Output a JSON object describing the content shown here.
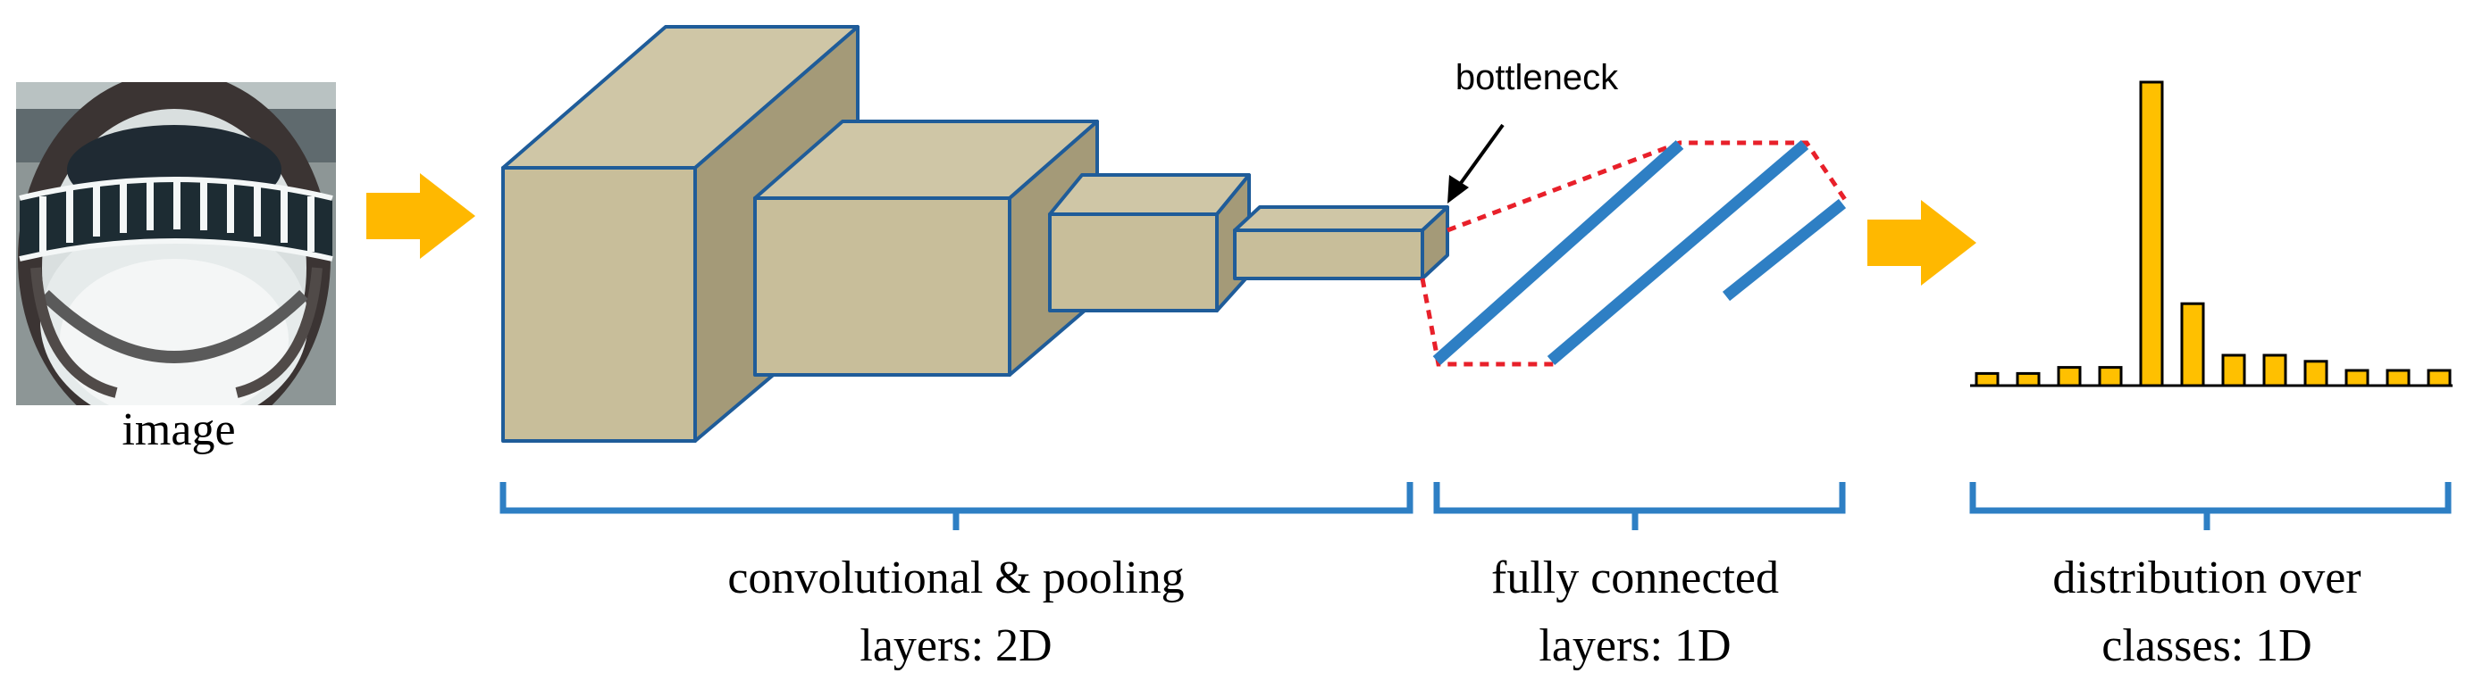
{
  "labels": {
    "input": "image",
    "bottleneck": "bottleneck",
    "conv_line1": "convolutional & pooling",
    "conv_line2": "layers: 2D",
    "fc_line1": "fully connected",
    "fc_line2": "layers: 1D",
    "dist_line1": "distribution over",
    "dist_line2": "classes: 1D"
  },
  "colors": {
    "box_front": "#C8BE9A",
    "box_side": "#A49A78",
    "box_top": "#CFC6A6",
    "box_edge": "#1F5C99",
    "fc_stripe": "#2E7FC4",
    "fc_dash": "#E8202A",
    "arrow": "#FFB800",
    "bar_fill": "#FFC000",
    "bar_edge": "#000000",
    "brace": "#2E7FC4"
  },
  "chart_data": {
    "type": "bar",
    "values": [
      0.04,
      0.04,
      0.06,
      0.06,
      1.0,
      0.27,
      0.1,
      0.1,
      0.08,
      0.05,
      0.05,
      0.05
    ]
  }
}
